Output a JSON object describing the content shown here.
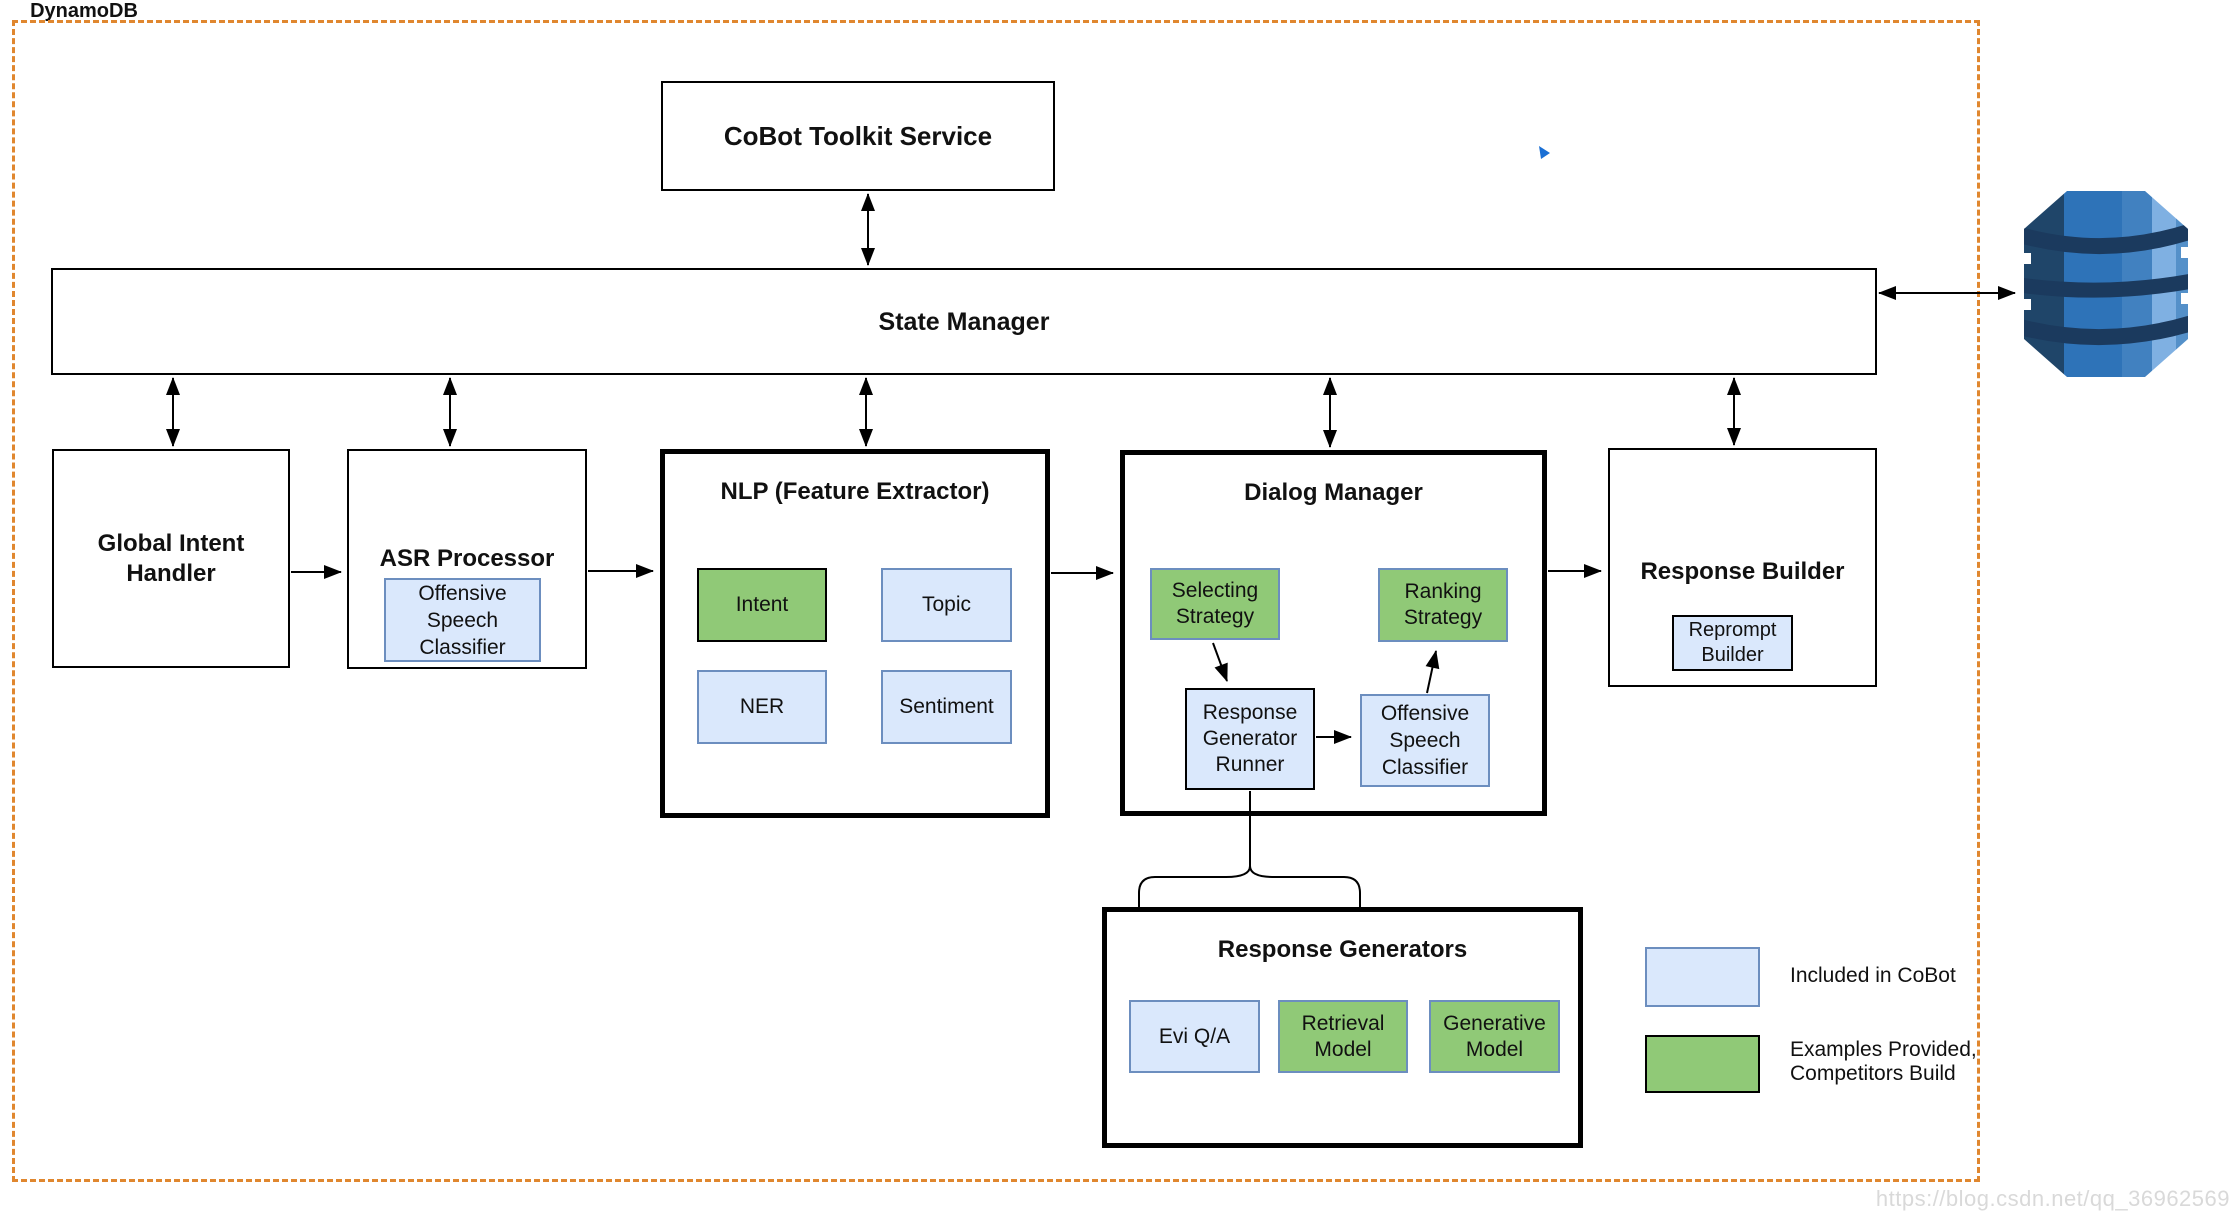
{
  "colors": {
    "blue_fill": "#dae8fc",
    "blue_border": "#6c8ebf",
    "green_fill": "#90c977",
    "orange_dashed_border": "#e0872f",
    "arrow_black": "#000000",
    "dynamodb_blue": "#2e73b8",
    "watermark_gray": "#d9d9d9"
  },
  "boxes": {
    "cobot_toolkit_service": "CoBot Toolkit Service",
    "state_manager": "State Manager",
    "global_intent_handler": "Global Intent Handler",
    "asr_processor": "ASR Processor",
    "nlp_feature_extractor": "NLP (Feature Extractor)",
    "dialog_manager": "Dialog Manager",
    "response_builder": "Response Builder",
    "response_generators": "Response Generators"
  },
  "sub_boxes": {
    "offensive_speech_classifier_asr": "Offensive Speech Classifier",
    "intent": "Intent",
    "topic": "Topic",
    "ner": "NER",
    "sentiment": "Sentiment",
    "selecting_strategy": "Selecting Strategy",
    "ranking_strategy": "Ranking Strategy",
    "response_generator_runner": "Response Generator Runner",
    "offensive_speech_classifier_dm": "Offensive Speech Classifier",
    "reprompt_builder": "Reprompt Builder",
    "evi_qa": "Evi Q/A",
    "retrieval_model": "Retrieval Model",
    "generative_model": "Generative Model"
  },
  "legend": {
    "included_in_cobot": "Included in CoBot",
    "examples_provided": "Examples Provided, Competitors Build"
  },
  "external": {
    "dynamodb_label": "DynamoDB"
  },
  "watermark": "https://blog.csdn.net/qq_36962569"
}
